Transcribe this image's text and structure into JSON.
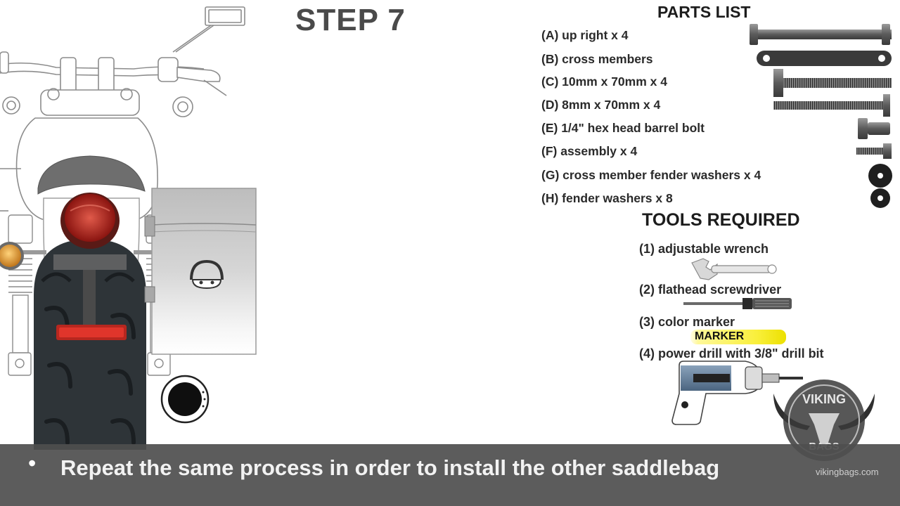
{
  "step_title": "STEP 7",
  "parts_list": {
    "title": "PARTS LIST",
    "items": [
      "(A) up right x 4",
      "(B) cross members",
      "(C) 10mm x 70mm x 4",
      "(D) 8mm x 70mm x 4",
      "(E) 1/4\" hex head barrel bolt",
      "(F) assembly x 4",
      "(G) cross member fender washers x 4",
      "(H) fender washers x 8"
    ]
  },
  "tools_required": {
    "title": "TOOLS REQUIRED",
    "items": [
      "(1) adjustable wrench",
      "(2) flathead screwdriver",
      "(3) color marker",
      "(4) power drill with 3/8\" drill bit"
    ],
    "marker_label": "MARKER"
  },
  "caption": {
    "bullet": "•",
    "text": "Repeat the same process in order to install the other saddlebag"
  },
  "logo": {
    "top_text": "VIKING",
    "bottom_text": "BAGS",
    "url": "vikingbags.com"
  },
  "colors": {
    "caption_bar": "#4e4e4e",
    "tail_light": "#c4221d",
    "turn_signal": "#e8a23a",
    "marker_yellow": "#f9ef3a",
    "drill_blue": "#5f7a96"
  },
  "icons": [
    "wrench-icon",
    "screwdriver-icon",
    "marker-icon",
    "power-drill-icon"
  ]
}
